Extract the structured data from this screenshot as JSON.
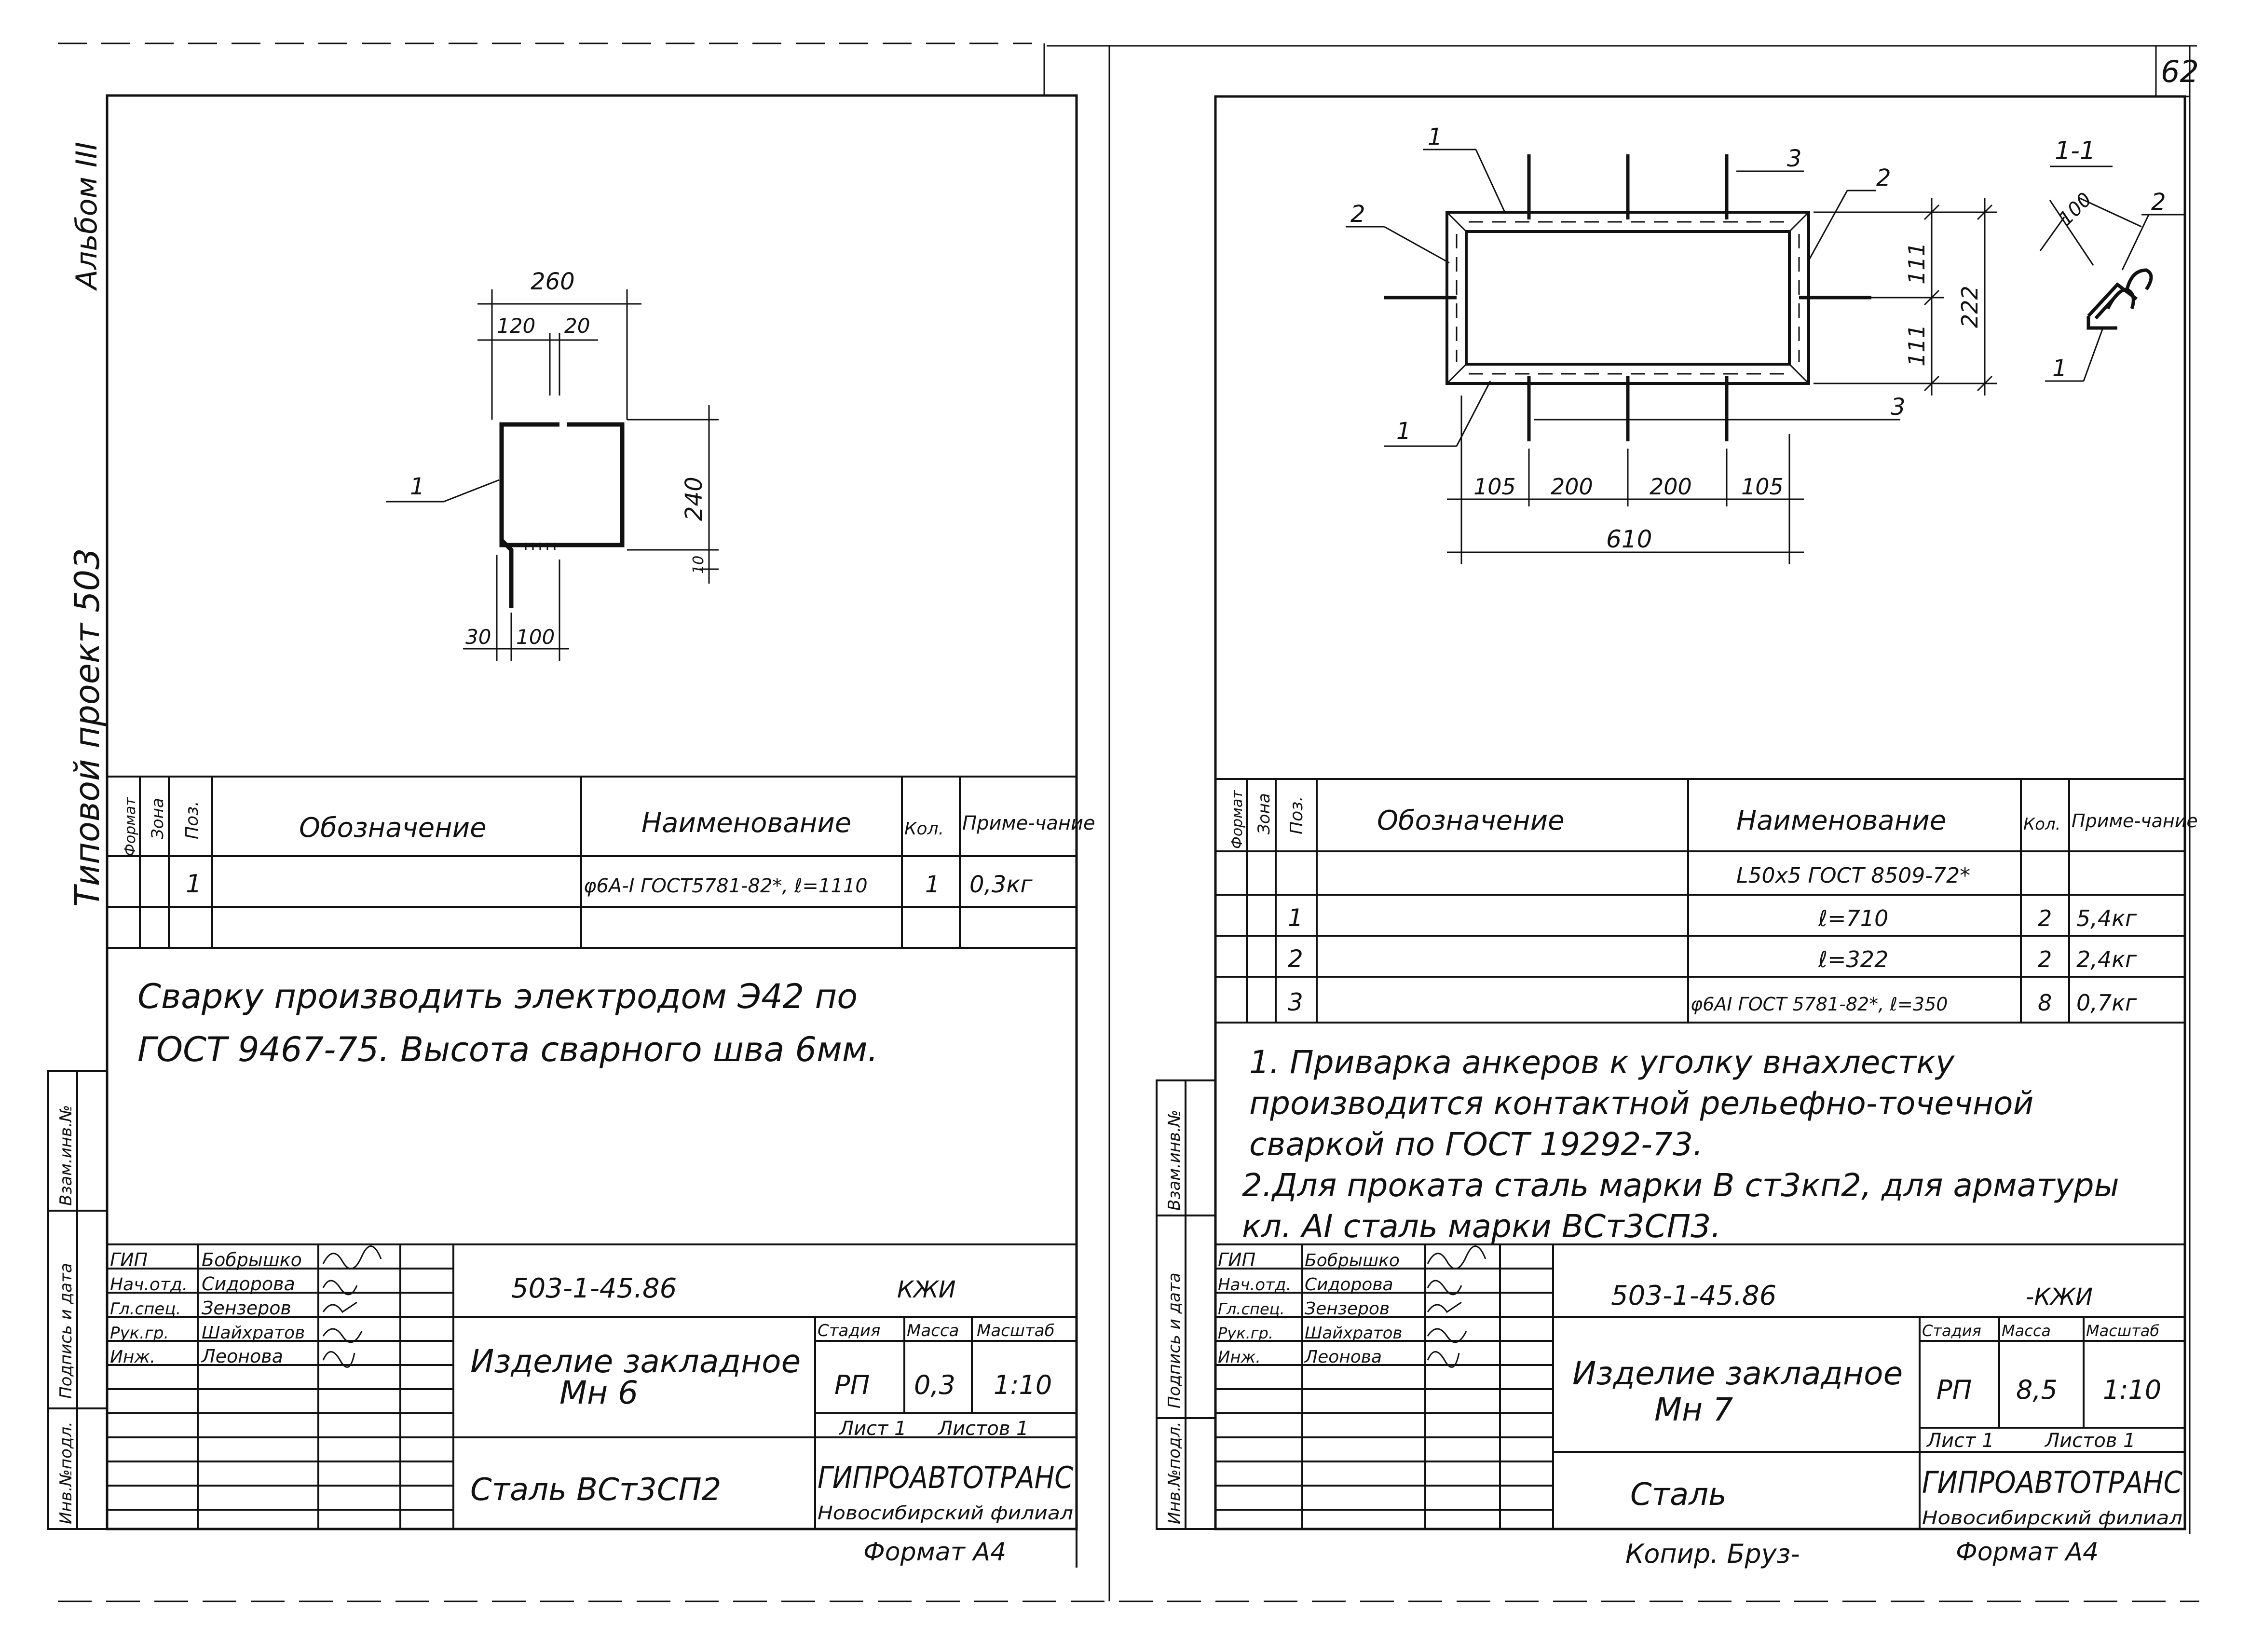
{
  "page_number": "62",
  "album_label": "Альбом III",
  "project_label": "Типовой проект 503",
  "margin_labels": [
    "Инв.№подл.",
    "Подпись и дата",
    "Взам.инв.№"
  ],
  "left_sheet": {
    "drawing": {
      "dims": [
        "260",
        "120",
        "20",
        "240",
        "30",
        "100",
        "10"
      ],
      "pos_leader": "1"
    },
    "spec_headers": {
      "format": "Формат",
      "zone": "Зона",
      "pos": "Поз.",
      "designation": "Обозначение",
      "name": "Наименование",
      "qty": "Кол.",
      "note": "Приме-чание"
    },
    "spec_rows": [
      {
        "pos": "1",
        "name": "φ6A-I ГОСТ5781-82*, ℓ=1110",
        "qty": "1",
        "note": "0,3кг"
      }
    ],
    "notes": [
      "Сварку производить электродом Э42 по",
      "ГОСТ 9467-75. Высота сварного шва 6мм."
    ],
    "title_block": {
      "roles": [
        "ГИП",
        "Нач.отд.",
        "Гл.спец.",
        "Рук.гр.",
        "Инж."
      ],
      "names": [
        "Бобрышко",
        "Сидорова",
        "Зензеров",
        "Шайхратов",
        "Леонова"
      ],
      "code": "503-1-45.86",
      "mark": "КЖИ",
      "title_line1": "Изделие закладное",
      "title_line2": "Мн 6",
      "stage_header": "Стадия",
      "mass_header": "Масса",
      "scale_header": "Масштаб",
      "stage": "РП",
      "mass": "0,3",
      "scale": "1:10",
      "sheet": "Лист 1",
      "sheets": "Листов 1",
      "material": "Сталь ВСт3СП2",
      "org": "ГИПРОАВТОТРАНС",
      "branch": "Новосибирский филиал",
      "format": "Формат А4"
    }
  },
  "right_sheet": {
    "drawing": {
      "dims_horizontal": [
        "105",
        "200",
        "200",
        "105",
        "610"
      ],
      "dims_vertical": [
        "111",
        "111",
        "222"
      ],
      "leaders": [
        "1",
        "2",
        "3",
        "2",
        "1",
        "3"
      ],
      "section_label": "1-1",
      "section_dim": "100",
      "section_leaders": [
        "2",
        "1"
      ]
    },
    "spec_headers": {
      "format": "Формат",
      "zone": "Зона",
      "pos": "Поз.",
      "designation": "Обозначение",
      "name": "Наименование",
      "qty": "Кол.",
      "note": "Приме-чание"
    },
    "spec_rows": [
      {
        "pos": "",
        "name": "L50x5 ГОСТ 8509-72*",
        "qty": "",
        "note": ""
      },
      {
        "pos": "1",
        "name": "ℓ=710",
        "qty": "2",
        "note": "5,4кг"
      },
      {
        "pos": "2",
        "name": "ℓ=322",
        "qty": "2",
        "note": "2,4кг"
      },
      {
        "pos": "3",
        "name": "φ6AI ГОСТ 5781-82*, ℓ=350",
        "qty": "8",
        "note": "0,7кг"
      }
    ],
    "notes": [
      "1. Приварка анкеров к уголку внахлестку",
      "производится контактной рельефно-точечной",
      "сваркой по ГОСТ 19292-73.",
      "2.Для проката сталь марки В ст3кп2, для арматуры",
      "кл. АI сталь марки ВСт3СП3."
    ],
    "title_block": {
      "roles": [
        "ГИП",
        "Нач.отд.",
        "Гл.спец.",
        "Рук.гр.",
        "Инж."
      ],
      "names": [
        "Бобрышко",
        "Сидорова",
        "Зензеров",
        "Шайхратов",
        "Леонова"
      ],
      "code": "503-1-45.86",
      "mark": "-КЖИ",
      "title_line1": "Изделие закладное",
      "title_line2": "Мн 7",
      "stage_header": "Стадия",
      "mass_header": "Масса",
      "scale_header": "Масштаб",
      "stage": "РП",
      "mass": "8,5",
      "scale": "1:10",
      "sheet": "Лист 1",
      "sheets": "Листов 1",
      "material": "Сталь",
      "org": "ГИПРОАВТОТРАНС",
      "branch": "Новосибирский филиал",
      "format": "Формат А4"
    },
    "copy_note": "Копир. Бруз-"
  }
}
